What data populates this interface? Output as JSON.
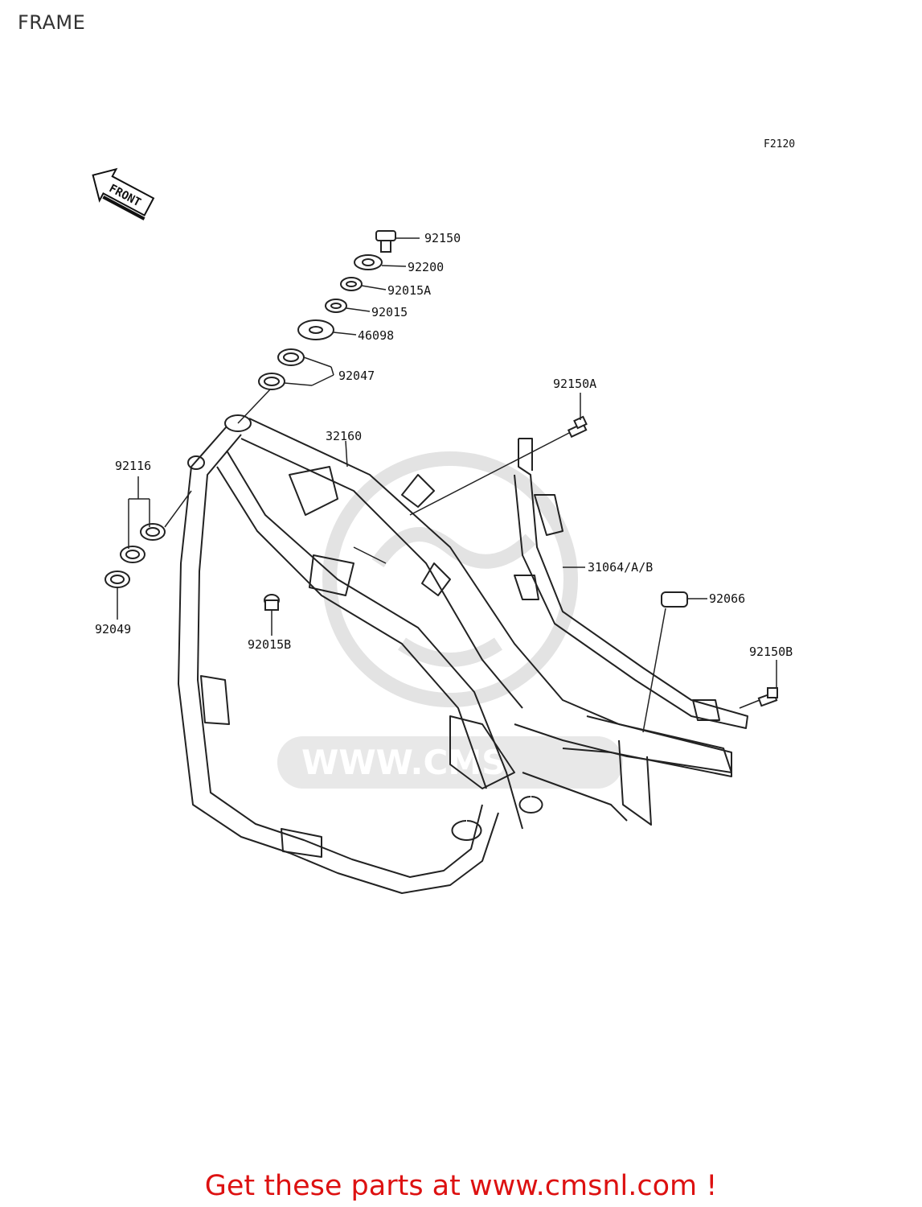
{
  "page_title": "FRAME",
  "diagram_code": "F2120",
  "front_marker": "FRONT",
  "watermark": "WWW.CMS",
  "parts": [
    {
      "id": "92150"
    },
    {
      "id": "92200"
    },
    {
      "id": "92015A"
    },
    {
      "id": "92015"
    },
    {
      "id": "46098"
    },
    {
      "id": "92047"
    },
    {
      "id": "92150A"
    },
    {
      "id": "32160"
    },
    {
      "id": "92116"
    },
    {
      "id": "31064/A/B"
    },
    {
      "id": "92066"
    },
    {
      "id": "92049"
    },
    {
      "id": "92015B"
    },
    {
      "id": "92150B"
    }
  ],
  "promo_text": "Get these parts at www.cmsnl.com !",
  "colors": {
    "promo": "#dd1111",
    "line": "#222222",
    "watermark": "#e6e6e6"
  }
}
